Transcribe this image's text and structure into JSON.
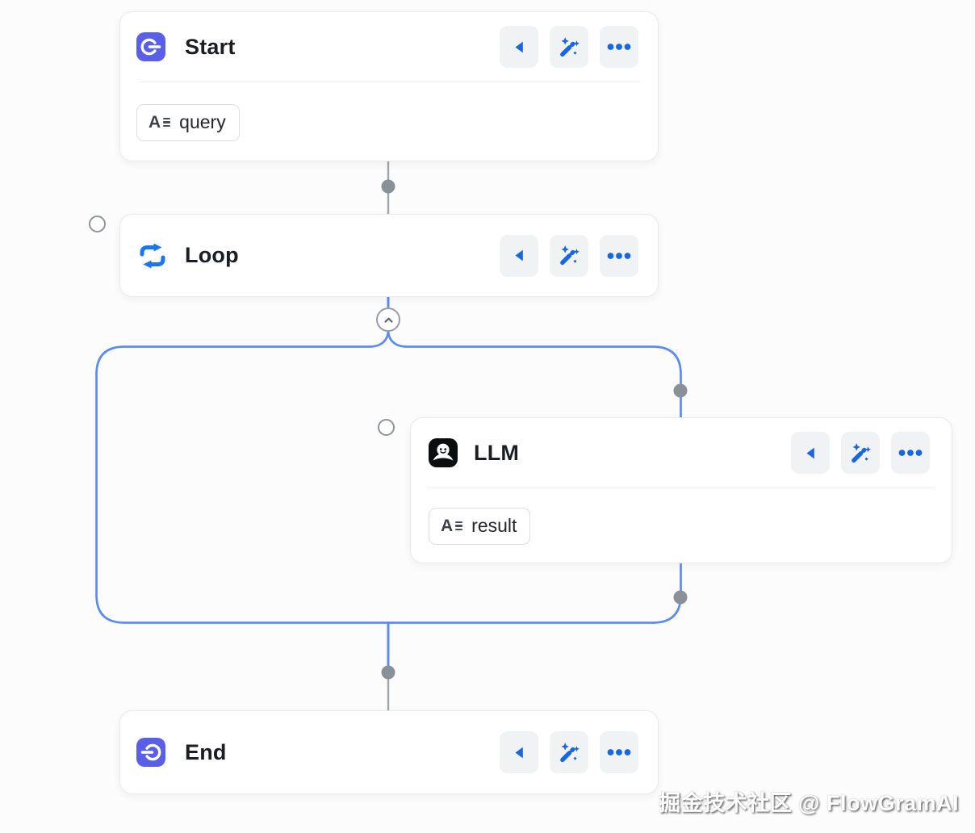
{
  "watermark": "掘金技术社区 @ FlowGramAI",
  "variable_icon_letter": "A",
  "nodes": {
    "start": {
      "title": "Start",
      "icon": "start-icon",
      "tags": [
        {
          "icon": "text-variable-icon",
          "label": "query"
        }
      ]
    },
    "loop": {
      "title": "Loop",
      "icon": "loop-icon"
    },
    "llm": {
      "title": "LLM",
      "icon": "robot-icon",
      "tags": [
        {
          "icon": "text-variable-icon",
          "label": "result"
        }
      ]
    },
    "end": {
      "title": "End",
      "icon": "end-icon"
    }
  },
  "node_actions": {
    "collapse": "collapse-left-icon",
    "ai_assist": "magic-wand-icon",
    "more": "ellipsis-icon"
  },
  "colors": {
    "action_icon_blue": "#1667e0",
    "flow_line_blue": "#5c8bf4",
    "connector_gray": "#a4a8ad",
    "dot_gray": "#8a9097",
    "node_icon_indigo": "#5a5fe8",
    "loop_icon_blue": "#1877f0",
    "llm_icon_black": "#0c0d0f"
  }
}
